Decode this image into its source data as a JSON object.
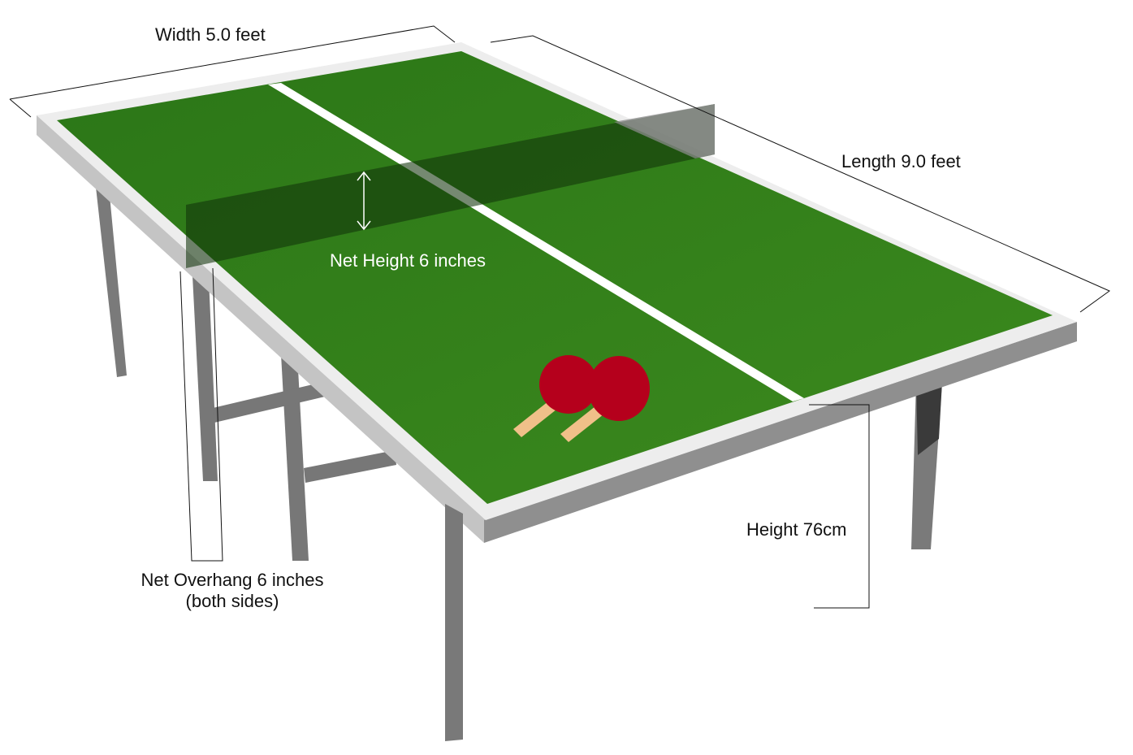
{
  "labels": {
    "width": "Width 5.0 feet",
    "length": "Length 9.0 feet",
    "net_height": "Net Height 6 inches",
    "table_height": "Height 76cm",
    "net_overhang_line1": "Net Overhang 6 inches",
    "net_overhang_line2": "(both sides)"
  },
  "colors": {
    "surface": "#2f7d1c",
    "surface_light": "#3a8a22",
    "border": "#e6e6e6",
    "frame_side": "#bdbdbd",
    "frame_front": "#8e8e8e",
    "legs": "#7a7a7a",
    "net": "#1f4d10",
    "paddle_red": "#b5001c",
    "paddle_handle": "#f0c089"
  }
}
